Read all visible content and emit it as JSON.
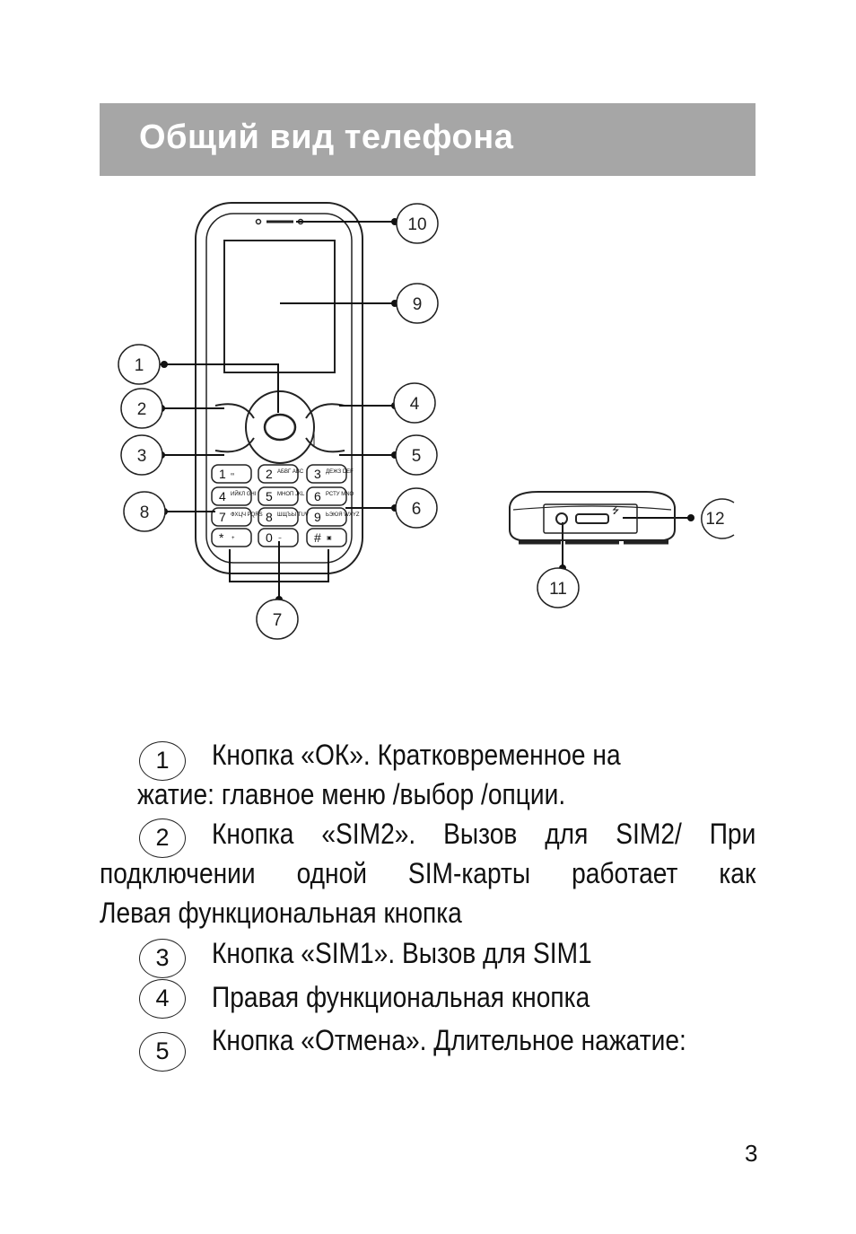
{
  "header": {
    "title": "Общий вид телефона"
  },
  "figure": {
    "callouts": [
      "1",
      "2",
      "3",
      "4",
      "5",
      "6",
      "7",
      "8",
      "9",
      "10",
      "11",
      "12"
    ],
    "keys": [
      {
        "main": "1",
        "sub": "∞"
      },
      {
        "main": "2",
        "sub": "АБВГ\nABC"
      },
      {
        "main": "3",
        "sub": "ДЕЖЗ\nDEF"
      },
      {
        "main": "4",
        "sub": "ИЙКЛ\nGHI"
      },
      {
        "main": "5",
        "sub": "МНОП\nJKL"
      },
      {
        "main": "6",
        "sub": "РСТУ\nMNO"
      },
      {
        "main": "7",
        "sub": "ФХЦЧ\nPQRS"
      },
      {
        "main": "8",
        "sub": "ШЩЪЫ\nTUV"
      },
      {
        "main": "9",
        "sub": "ЬЭЮЯ\nWXYZ"
      },
      {
        "main": "*",
        "sub": "+"
      },
      {
        "main": "0",
        "sub": "⌣"
      },
      {
        "main": "#",
        "sub": "▣"
      }
    ]
  },
  "descriptions": [
    {
      "num": "1",
      "lines": [
        "Кнопка «ОК». Кратковременное на",
        "жатие: главное меню /выбор /опции."
      ]
    },
    {
      "num": "2",
      "lines": [
        "Кнопка «SIM2». Вызов для SIM2/ При",
        "подключении одной SIM-карты работает как",
        "Левая функциональная кнопка"
      ]
    },
    {
      "num": "3",
      "lines": [
        "Кнопка «SIM1». Вызов для SIM1"
      ]
    },
    {
      "num": "4",
      "lines": [
        "Правая функциональная кнопка"
      ]
    },
    {
      "num": "5",
      "lines": [
        "Кнопка «Отмена». Длительное нажатие:"
      ]
    }
  ],
  "page_number": "3"
}
